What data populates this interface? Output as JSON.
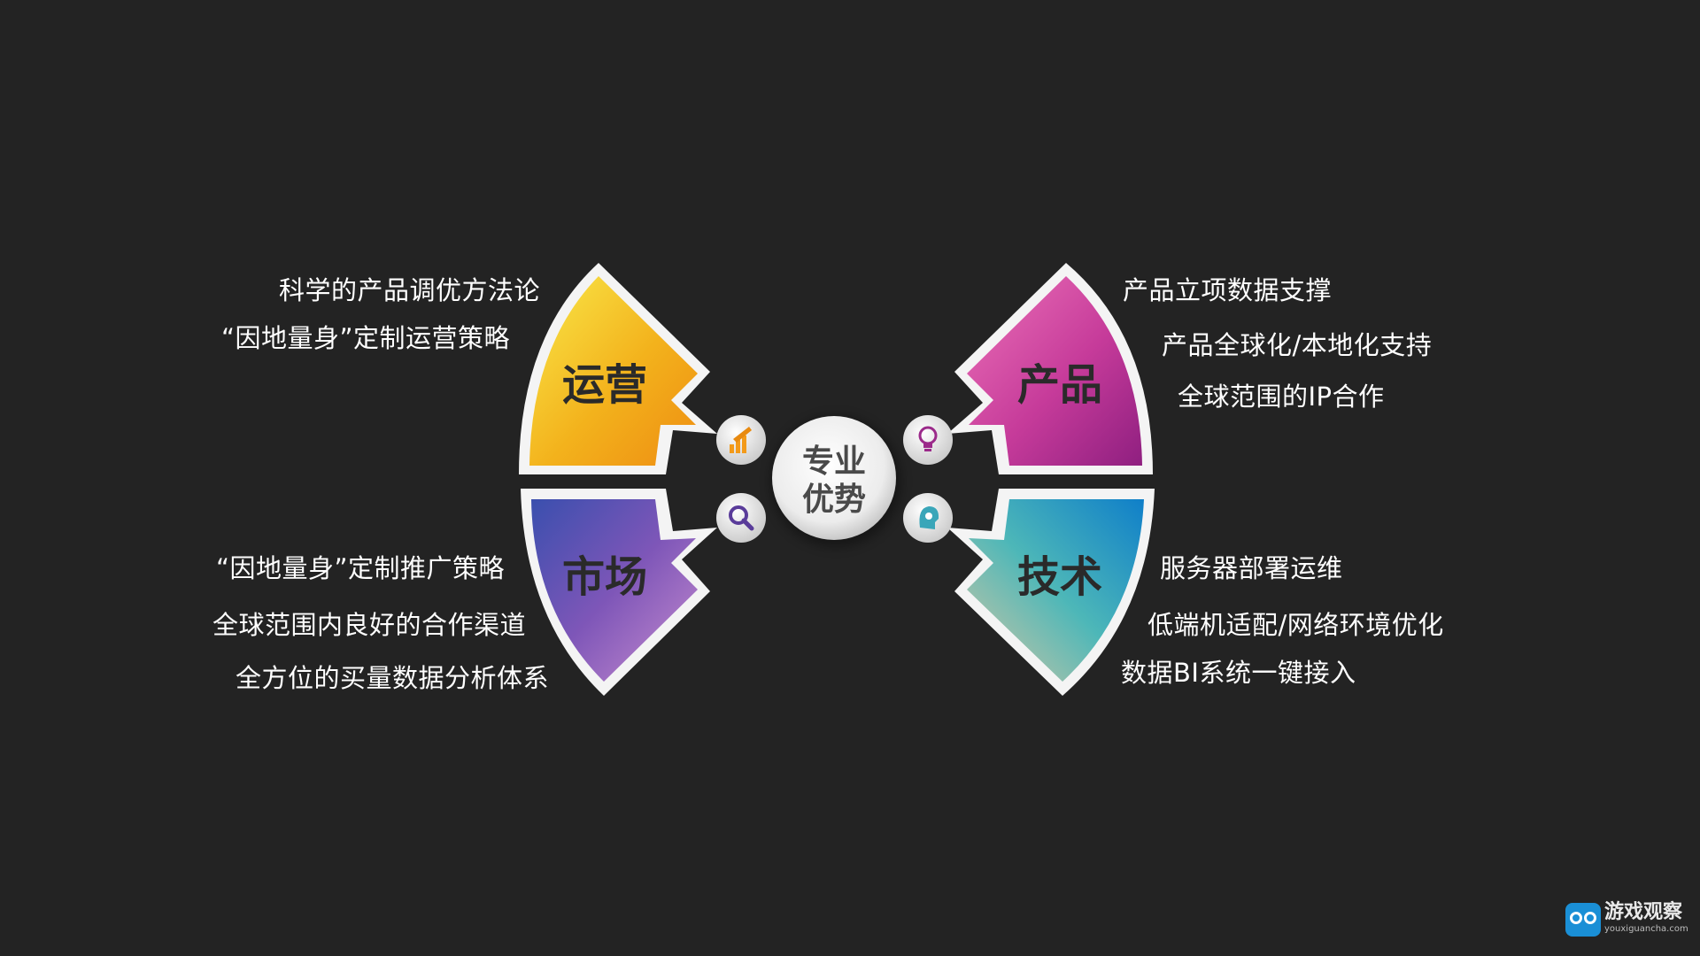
{
  "center": {
    "line1": "专业",
    "line2": "优势"
  },
  "quadrants": {
    "operations": {
      "title": "运营",
      "colors": [
        "#f9e94a",
        "#f3b21c",
        "#ee8d12"
      ],
      "icon": "chart-hand-icon",
      "items": [
        "科学的产品调优方法论",
        "“因地量身”定制运营策略"
      ]
    },
    "product": {
      "title": "产品",
      "colors": [
        "#ec72b8",
        "#c63b9a",
        "#8f1f80"
      ],
      "icon": "lightbulb-icon",
      "items": [
        "产品立项数据支撑",
        "产品全球化/本地化支持",
        "全球范围的IP合作"
      ]
    },
    "market": {
      "title": "市场",
      "colors": [
        "#3a4fae",
        "#7e56b8",
        "#c98ed0"
      ],
      "icon": "magnifier-icon",
      "items": [
        "“因地量身”定制推广策略",
        "全球范围内良好的合作渠道",
        "全方位的买量数据分析体系"
      ]
    },
    "tech": {
      "title": "技术",
      "colors": [
        "#d9c8a4",
        "#4db7b8",
        "#0f7fc9"
      ],
      "icon": "head-bulb-icon",
      "items": [
        "服务器部署运维",
        "低端机适配/网络环境优化",
        "数据BI系统一键接入"
      ]
    }
  },
  "watermark": {
    "name": "游戏观察",
    "url": "youxiguancha.com"
  }
}
